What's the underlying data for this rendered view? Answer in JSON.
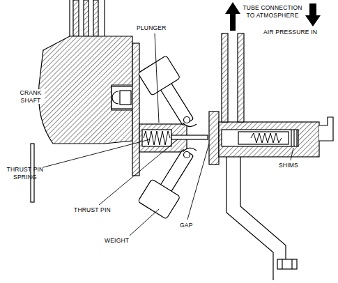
{
  "diagram": {
    "labels": [
      "PLUNGER",
      "TUBE CONNECTION TO ATMOSPHERE",
      "AIR PRESSURE IN",
      "CRANK SHAFT",
      "THRUST PIN SPRING",
      "THRUST PIN",
      "WEIGHT",
      "GAP",
      "SHIMS"
    ]
  }
}
